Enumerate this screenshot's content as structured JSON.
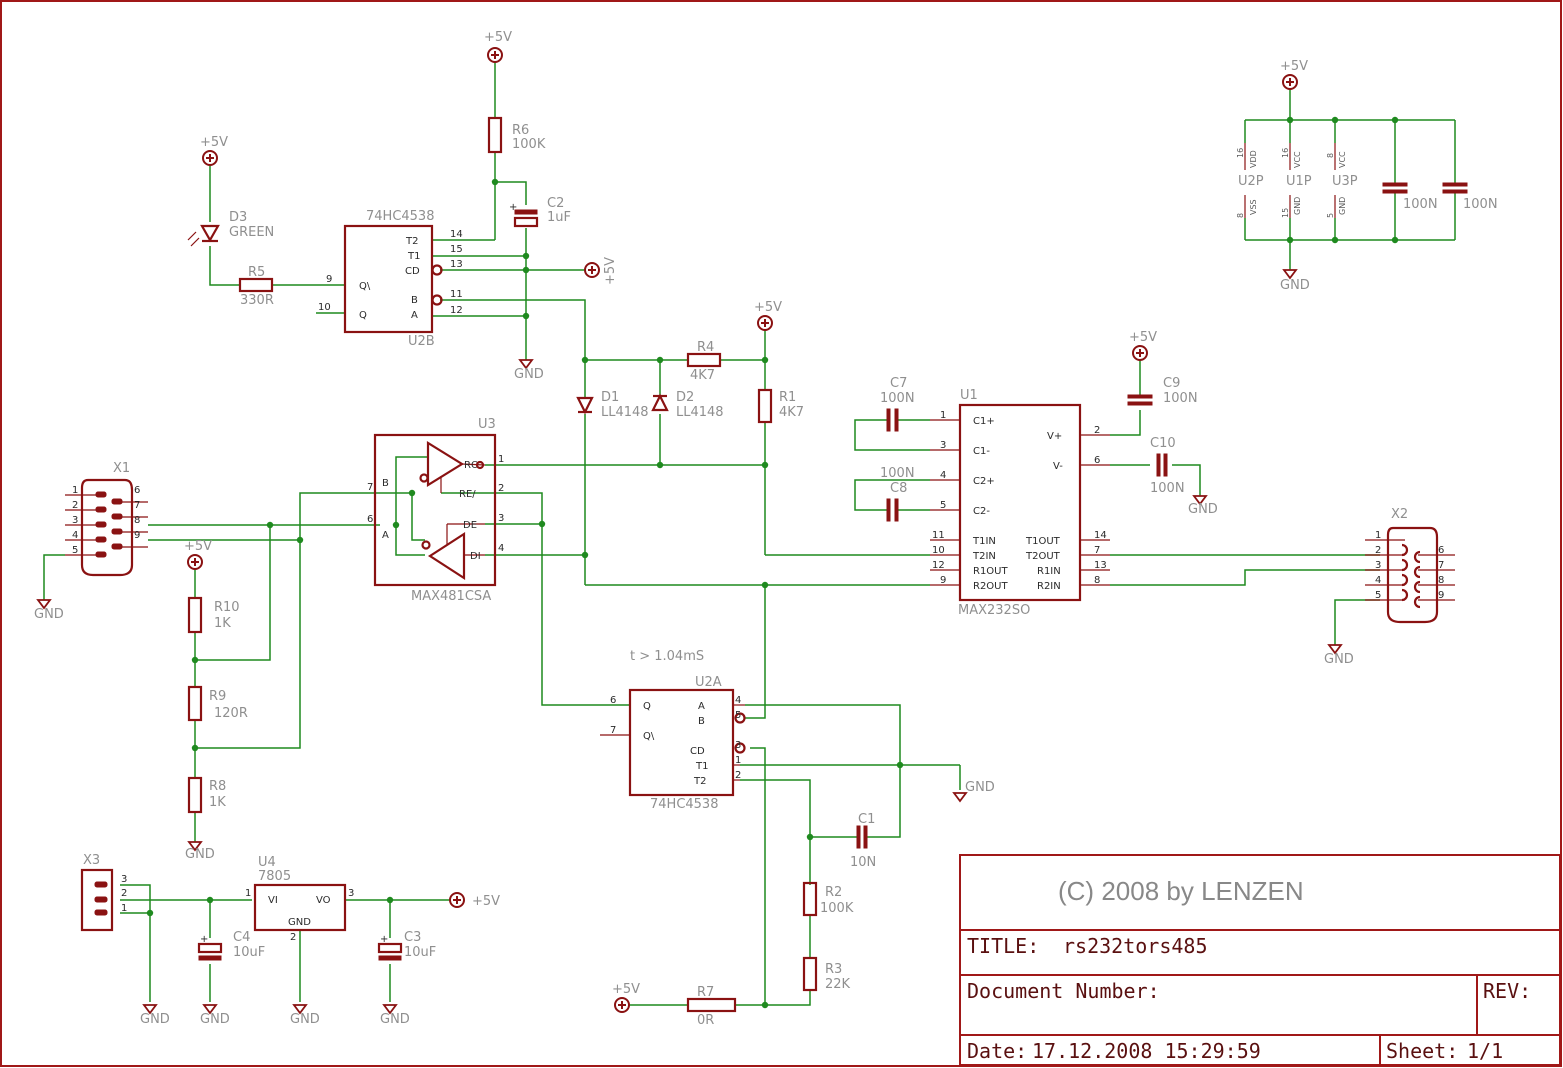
{
  "colors": {
    "frame": "#a01818",
    "part": "#8a1212",
    "wire": "#1f8a1f",
    "text": "#8f8f8f"
  },
  "titleblock": {
    "copyright": "(C) 2008 by LENZEN",
    "title_label": "TITLE:",
    "title_value": "rs232tors485",
    "docnum_label": "Document Number:",
    "rev_label": "REV:",
    "date_label": "Date:",
    "date_value": "17.12.2008 15:29:59",
    "sheet_label": "Sheet:",
    "sheet_value": "1/1"
  },
  "supply": {
    "vcc": "+5V",
    "gnd": "GND"
  },
  "components": {
    "D3": {
      "name": "D3",
      "value": "GREEN"
    },
    "R5": {
      "name": "R5",
      "value": "330R"
    },
    "R6": {
      "name": "R6",
      "value": "100K"
    },
    "C2": {
      "name": "C2",
      "value": "1uF"
    },
    "U2B": {
      "name": "U2B",
      "value": "74HC4538",
      "pins": {
        "T2": "T2",
        "T1": "T1",
        "CD": "CD",
        "B": "B",
        "A": "A",
        "Qn": "Q\\",
        "Q": "Q"
      },
      "nums": {
        "p14": "14",
        "p15": "15",
        "p13": "13",
        "p11": "11",
        "p12": "12",
        "p9": "9",
        "p10": "10"
      }
    },
    "R4": {
      "name": "R4",
      "value": "4K7"
    },
    "R1": {
      "name": "R1",
      "value": "4K7"
    },
    "D1": {
      "name": "D1",
      "value": "LL4148"
    },
    "D2": {
      "name": "D2",
      "value": "LL4148"
    },
    "U3": {
      "name": "U3",
      "value": "MAX481CSA",
      "pins": {
        "RO": "RO",
        "RE": "RE/",
        "DE": "DE",
        "DI": "DI",
        "A": "A",
        "B": "B"
      },
      "nums": {
        "p1": "1",
        "p2": "2",
        "p3": "3",
        "p4": "4",
        "p6": "6",
        "p7": "7"
      }
    },
    "X1": {
      "name": "X1",
      "left": [
        "1",
        "2",
        "3",
        "4",
        "5"
      ],
      "right": [
        "6",
        "7",
        "8",
        "9"
      ]
    },
    "R10": {
      "name": "R10",
      "value": "1K"
    },
    "R9": {
      "name": "R9",
      "value": "120R"
    },
    "R8": {
      "name": "R8",
      "value": "1K"
    },
    "U1": {
      "name": "U1",
      "value": "MAX232SO",
      "left": [
        "C1+",
        "C1-",
        "C2+",
        "C2-",
        "T1IN",
        "T2IN",
        "R1OUT",
        "R2OUT"
      ],
      "leftnums": [
        "1",
        "3",
        "4",
        "5",
        "11",
        "10",
        "12",
        "9"
      ],
      "right": [
        "V+",
        "V-",
        "T1OUT",
        "T2OUT",
        "R1IN",
        "R2IN"
      ],
      "rightnums": [
        "2",
        "6",
        "14",
        "7",
        "13",
        "8"
      ]
    },
    "C7": {
      "name": "C7",
      "value": "100N"
    },
    "C8": {
      "name": "C8",
      "value": "100N"
    },
    "C9": {
      "name": "C9",
      "value": "100N"
    },
    "C10": {
      "name": "C10",
      "value": "100N"
    },
    "X2": {
      "name": "X2",
      "left": [
        "1",
        "2",
        "3",
        "4",
        "5"
      ],
      "right": [
        "6",
        "7",
        "8",
        "9"
      ]
    },
    "U2P": {
      "name": "U2P",
      "vdd": "VDD",
      "vss": "VSS",
      "pin_top": "16",
      "pin_bot": "8"
    },
    "U1P": {
      "name": "U1P",
      "vcc": "VCC",
      "gnd": "GND",
      "pin_top": "16",
      "pin_bot": "15"
    },
    "U3P": {
      "name": "U3P",
      "vcc": "VCC",
      "gnd": "GND",
      "pin_top": "8",
      "pin_bot": "5"
    },
    "Cdec1": {
      "value": "100N"
    },
    "Cdec2": {
      "value": "100N"
    },
    "U2A": {
      "name": "U2A",
      "value": "74HC4538",
      "timing": "t > 1.04mS",
      "pins": {
        "Q": "Q",
        "Qn": "Q\\",
        "A": "A",
        "B": "B",
        "CD": "CD",
        "T1": "T1",
        "T2": "T2"
      },
      "nums": {
        "p6": "6",
        "p7": "7",
        "p4": "4",
        "p5": "5",
        "p3": "3",
        "p1": "1",
        "p2": "2"
      }
    },
    "C1": {
      "name": "C1",
      "value": "10N"
    },
    "R2": {
      "name": "R2",
      "value": "100K"
    },
    "R3": {
      "name": "R3",
      "value": "22K"
    },
    "R7": {
      "name": "R7",
      "value": "0R"
    },
    "X3": {
      "name": "X3",
      "pins": [
        "3",
        "2",
        "1"
      ]
    },
    "U4": {
      "name": "U4",
      "value": "7805",
      "vi": "VI",
      "vo": "VO",
      "gnd": "GND",
      "p1": "1",
      "p2": "2",
      "p3": "3"
    },
    "C4": {
      "name": "C4",
      "value": "10uF"
    },
    "C3": {
      "name": "C3",
      "value": "10uF"
    }
  }
}
